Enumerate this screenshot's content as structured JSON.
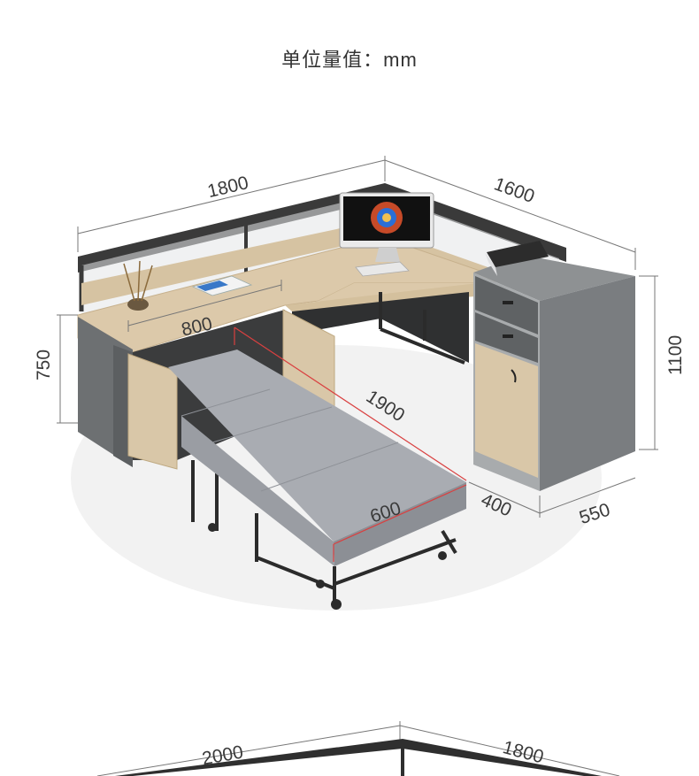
{
  "header": {
    "unit_label": "单位量值：mm"
  },
  "dimensions_top": {
    "desk_width": "1800",
    "desk_depth": "1600",
    "height_left": "750",
    "cabinet_height": "1100",
    "inner_width": "800",
    "bed_length": "1900",
    "bed_width": "600",
    "cabinet_depth_a": "400",
    "cabinet_depth_b": "550"
  },
  "dimensions_bottom": {
    "desk_width": "2000",
    "desk_depth": "1800"
  },
  "colors": {
    "wood": "#d9c7a8",
    "wood_dark": "#cbb590",
    "panel_gray": "#6d7072",
    "cabinet_gray": "#8b8e90",
    "mattress": "#a7aab0",
    "frame_black": "#2b2b2b",
    "dimension_red": "#d94040"
  },
  "icons": [
    "monitor-icon",
    "keyboard-icon",
    "book-icon",
    "plant-vase-icon",
    "basket-icon"
  ]
}
